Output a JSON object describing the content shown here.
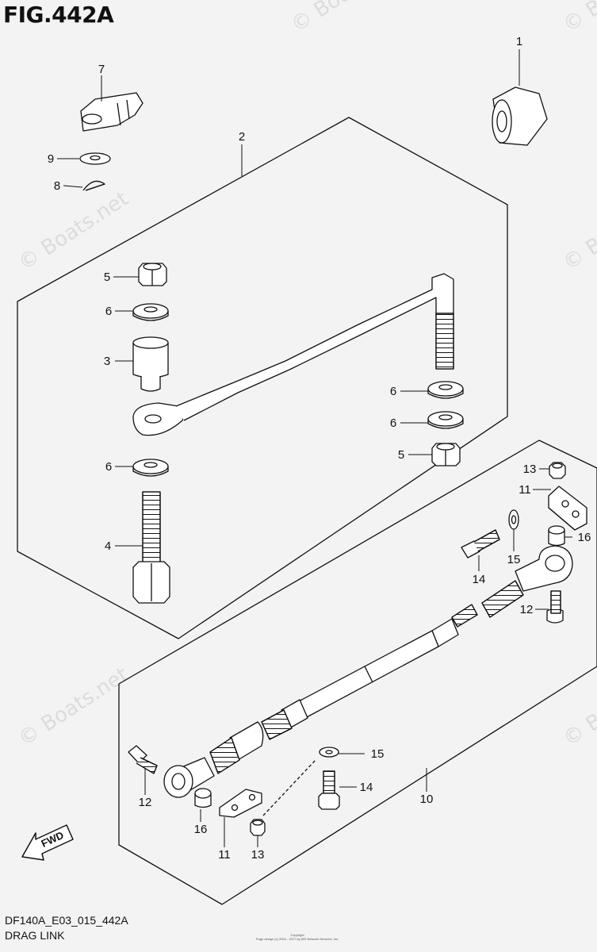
{
  "figure": {
    "title": "FIG.442A",
    "code": "DF140A_E03_015_442A",
    "name": "DRAG LINK",
    "copyright_lines": [
      "Copyright",
      "Page design (c) 2004 - 2017 by ARI Network Services, Inc."
    ],
    "watermark": "© Boats.net"
  },
  "callouts": [
    "1",
    "2",
    "7",
    "9",
    "8",
    "5",
    "6",
    "3",
    "6",
    "6",
    "5",
    "6",
    "4",
    "13",
    "11",
    "16",
    "15",
    "14",
    "12",
    "15",
    "14",
    "10",
    "12",
    "16",
    "11",
    "13"
  ],
  "fwd_label": "FWD"
}
